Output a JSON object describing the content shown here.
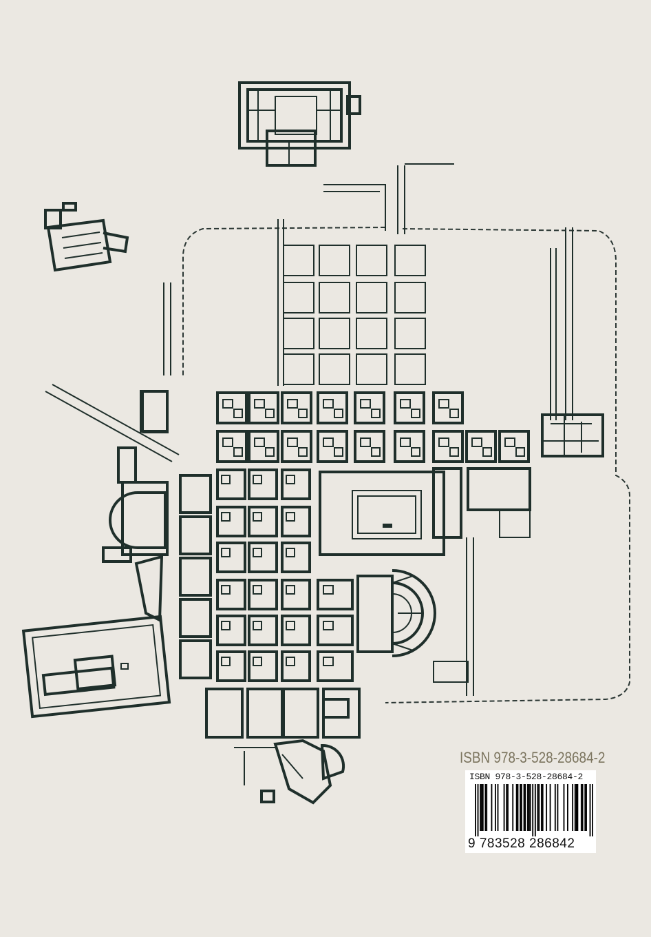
{
  "cover": {
    "background": "#ebe8e2",
    "ink_color": "#1f2f2b",
    "label_color": "#7c755f"
  },
  "isbn": {
    "label": "ISBN 978-3-528-28684-2",
    "barcode_text": "ISBN 978-3-528-28684-2",
    "digits": "9 783528 286842",
    "ean": "9783528286842"
  }
}
